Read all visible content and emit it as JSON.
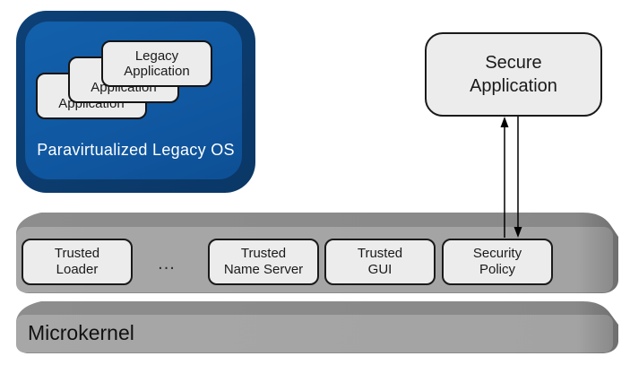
{
  "legacy_os": {
    "label": "Paravirtualized Legacy OS",
    "applications": [
      {
        "line1": "Legacy",
        "line2": "Application"
      },
      {
        "line1": "Legacy",
        "line2": "Application"
      },
      {
        "line1": "Legacy",
        "line2": "Application"
      }
    ]
  },
  "secure_application": {
    "line1": "Secure",
    "line2": "Application"
  },
  "services_bar": {
    "ellipsis": "...",
    "services": [
      {
        "line1": "Trusted",
        "line2": "Loader"
      },
      {
        "line1": "Trusted",
        "line2": "Name Server"
      },
      {
        "line1": "Trusted",
        "line2": "GUI"
      },
      {
        "line1": "Security",
        "line2": "Policy"
      }
    ]
  },
  "microkernel": {
    "label": "Microkernel"
  },
  "connections": [
    {
      "from": "Secure Application",
      "to": "Security Policy",
      "type": "bidirectional-arrows"
    }
  ],
  "colors": {
    "background": "#ffffff",
    "legacy_os_face": "#1360ab",
    "legacy_os_edge": "#0b3c6e",
    "legacy_os_label_text": "#ffffff",
    "box_fill": "#ececec",
    "box_border": "#1a1a1a",
    "bar_face": "#a5a5a5",
    "bar_top_edge": "#8b8b8b",
    "bar_right_cap": "#6e6e6e",
    "arrow": "#000000",
    "text": "#1a1a1a"
  }
}
